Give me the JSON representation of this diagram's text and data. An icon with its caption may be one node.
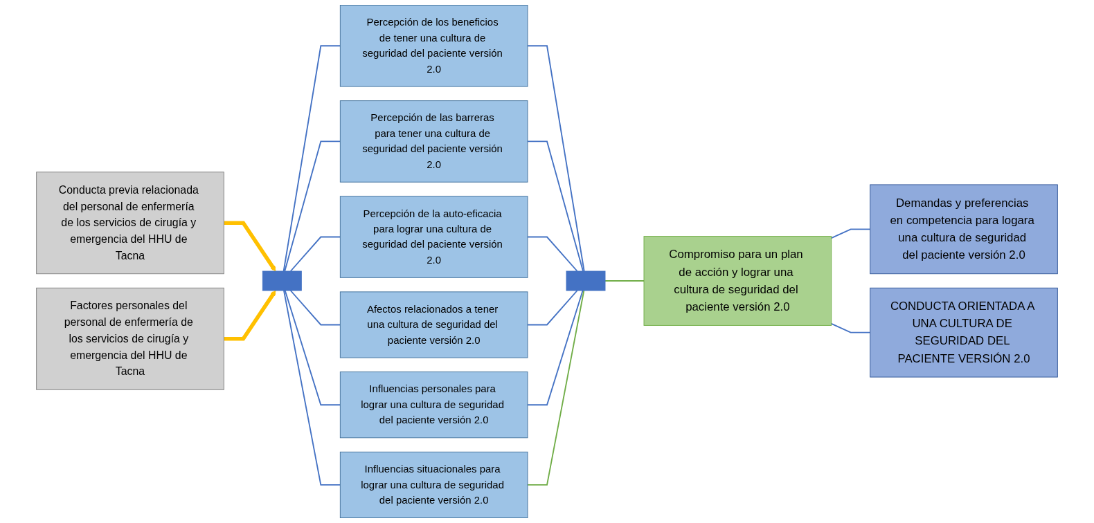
{
  "diagram": {
    "nodes": [
      {
        "text": [
          "Conducta previa relacionada del personal de enfermería de los servicios de cirugía y emergencia del HHU de Tacna"
        ]
      },
      {
        "text": [
          "Factores personales del personal de enfermería de los servicios de cirugía y emergencia del HHU de Tacna"
        ]
      },
      {
        "text": [],
        "shape": "bar"
      },
      {
        "text": [
          "Percepción de los beneficios de tener una cultura de seguridad del paciente versión 2.0"
        ]
      },
      {
        "text": [
          "Percepción de las barreras para tener una cultura de seguridad del paciente versión 2.0"
        ]
      },
      {
        "text": [
          "Percepción de la auto-eficacia para lograr una cultura de seguridad del paciente versión 2.0"
        ]
      },
      {
        "text": [
          "Afectos relacionados a tener una cultura de seguridad del paciente versión 2.0"
        ]
      },
      {
        "text": [
          "Influencias personales para lograr una cultura de seguridad del paciente versión 2.0"
        ]
      },
      {
        "text": [
          "Influencias situacionales para lograr una cultura de seguridad del paciente versión 2.0"
        ]
      },
      {
        "text": [],
        "shape": "bar"
      },
      {
        "text": [
          "Compromiso para un plan de acción y lograr una cultura de seguridad del paciente versión 2.0"
        ]
      },
      {
        "text": [
          "Demandas y preferencias en competencia para logara una cultura de seguridad del paciente versión 2.0"
        ]
      },
      {
        "text": [
          "CONDUCTA ORIENTADA A UNA CULTURA DE SEGURIDAD DEL PACIENTE VERSIÓN 2.0"
        ]
      }
    ],
    "edges": [
      {
        "from": 0,
        "to": 2,
        "arrow": "to",
        "style": "thick",
        "color": "#ffc000"
      },
      {
        "from": 1,
        "to": 2,
        "arrow": "to",
        "style": "thick",
        "color": "#ffc000"
      },
      {
        "from": 2,
        "to": 3,
        "arrow": "none"
      },
      {
        "from": 2,
        "to": 4,
        "arrow": "none"
      },
      {
        "from": 2,
        "to": 5,
        "arrow": "none"
      },
      {
        "from": 2,
        "to": 6,
        "arrow": "none"
      },
      {
        "from": 2,
        "to": 7,
        "arrow": "none"
      },
      {
        "from": 2,
        "to": 8,
        "arrow": "none"
      },
      {
        "from": 3,
        "to": 9,
        "arrow": "none"
      },
      {
        "from": 4,
        "to": 9,
        "arrow": "none"
      },
      {
        "from": 5,
        "to": 9,
        "arrow": "none"
      },
      {
        "from": 6,
        "to": 9,
        "arrow": "none"
      },
      {
        "from": 7,
        "to": 9,
        "arrow": "none"
      },
      {
        "from": 8,
        "to": 9,
        "arrow": "none",
        "color": "#70ad47"
      },
      {
        "from": 9,
        "to": 10,
        "arrow": "none",
        "color": "#70ad47"
      },
      {
        "from": 10,
        "to": 11,
        "arrow": "none"
      },
      {
        "from": 10,
        "to": 12,
        "arrow": "none"
      }
    ]
  }
}
